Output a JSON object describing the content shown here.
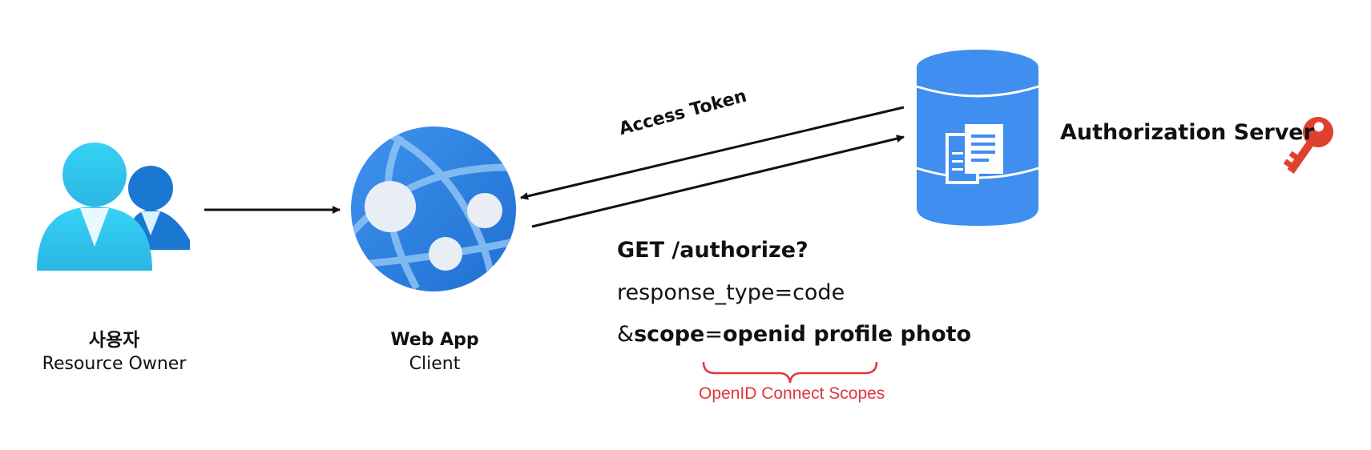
{
  "user": {
    "title": "사용자",
    "subtitle": "Resource Owner",
    "icon": "user-group-icon"
  },
  "client": {
    "title": "Web App",
    "subtitle": "Client",
    "icon": "web-app-globe-icon"
  },
  "server": {
    "title": "Authorization Server",
    "icon": "database-document-icon",
    "key_icon": "key-icon"
  },
  "arrows": {
    "token_label": "Access Token"
  },
  "request": {
    "line1": "GET /authorize?",
    "line2": "response_type=code",
    "line3_prefix": "&",
    "line3_scope": "scope",
    "line3_eq": "=",
    "line3_values": "openid profile photo"
  },
  "scopes_note": "OpenID Connect Scopes",
  "colors": {
    "user_light": "#38c9ef",
    "user_dark": "#1b7ed6",
    "globe": "#2f7fe0",
    "database": "#3f8ef0",
    "key": "#e0412e",
    "note": "#e0353a"
  }
}
